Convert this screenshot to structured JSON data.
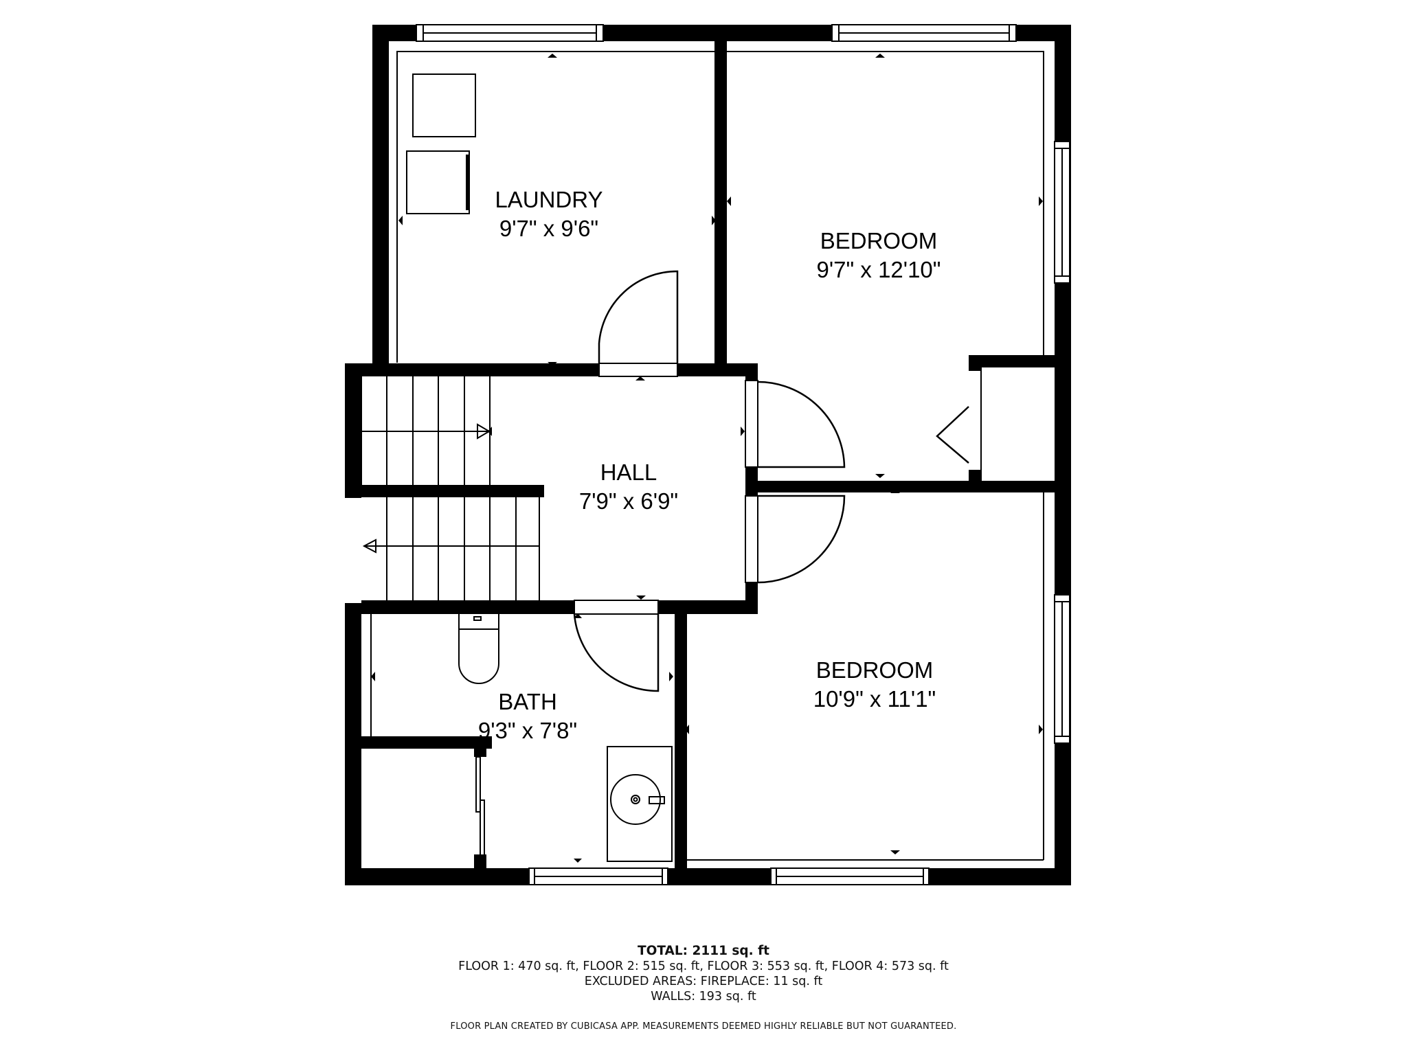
{
  "rooms": [
    {
      "name": "LAUNDRY",
      "dimensions": "9'7\" x 9'6\""
    },
    {
      "name": "BEDROOM",
      "dimensions": "9'7\" x 12'10\""
    },
    {
      "name": "HALL",
      "dimensions": "7'9\" x 6'9\""
    },
    {
      "name": "BATH",
      "dimensions": "9'3\" x 7'8\""
    },
    {
      "name": "BEDROOM",
      "dimensions": "10'9\" x 11'1\""
    }
  ],
  "summary": {
    "total": "TOTAL: 2111 sq. ft",
    "floors": "FLOOR 1: 470 sq. ft, FLOOR 2: 515 sq. ft, FLOOR 3: 553 sq. ft, FLOOR 4: 573 sq. ft",
    "excluded": "EXCLUDED AREAS: FIREPLACE: 11 sq. ft",
    "walls": "WALLS: 193 sq. ft",
    "disclaimer": "FLOOR PLAN CREATED BY CUBICASA APP. MEASUREMENTS DEEMED HIGHLY RELIABLE BUT NOT GUARANTEED."
  },
  "colors": {
    "wall": "#000000",
    "background": "#ffffff"
  }
}
